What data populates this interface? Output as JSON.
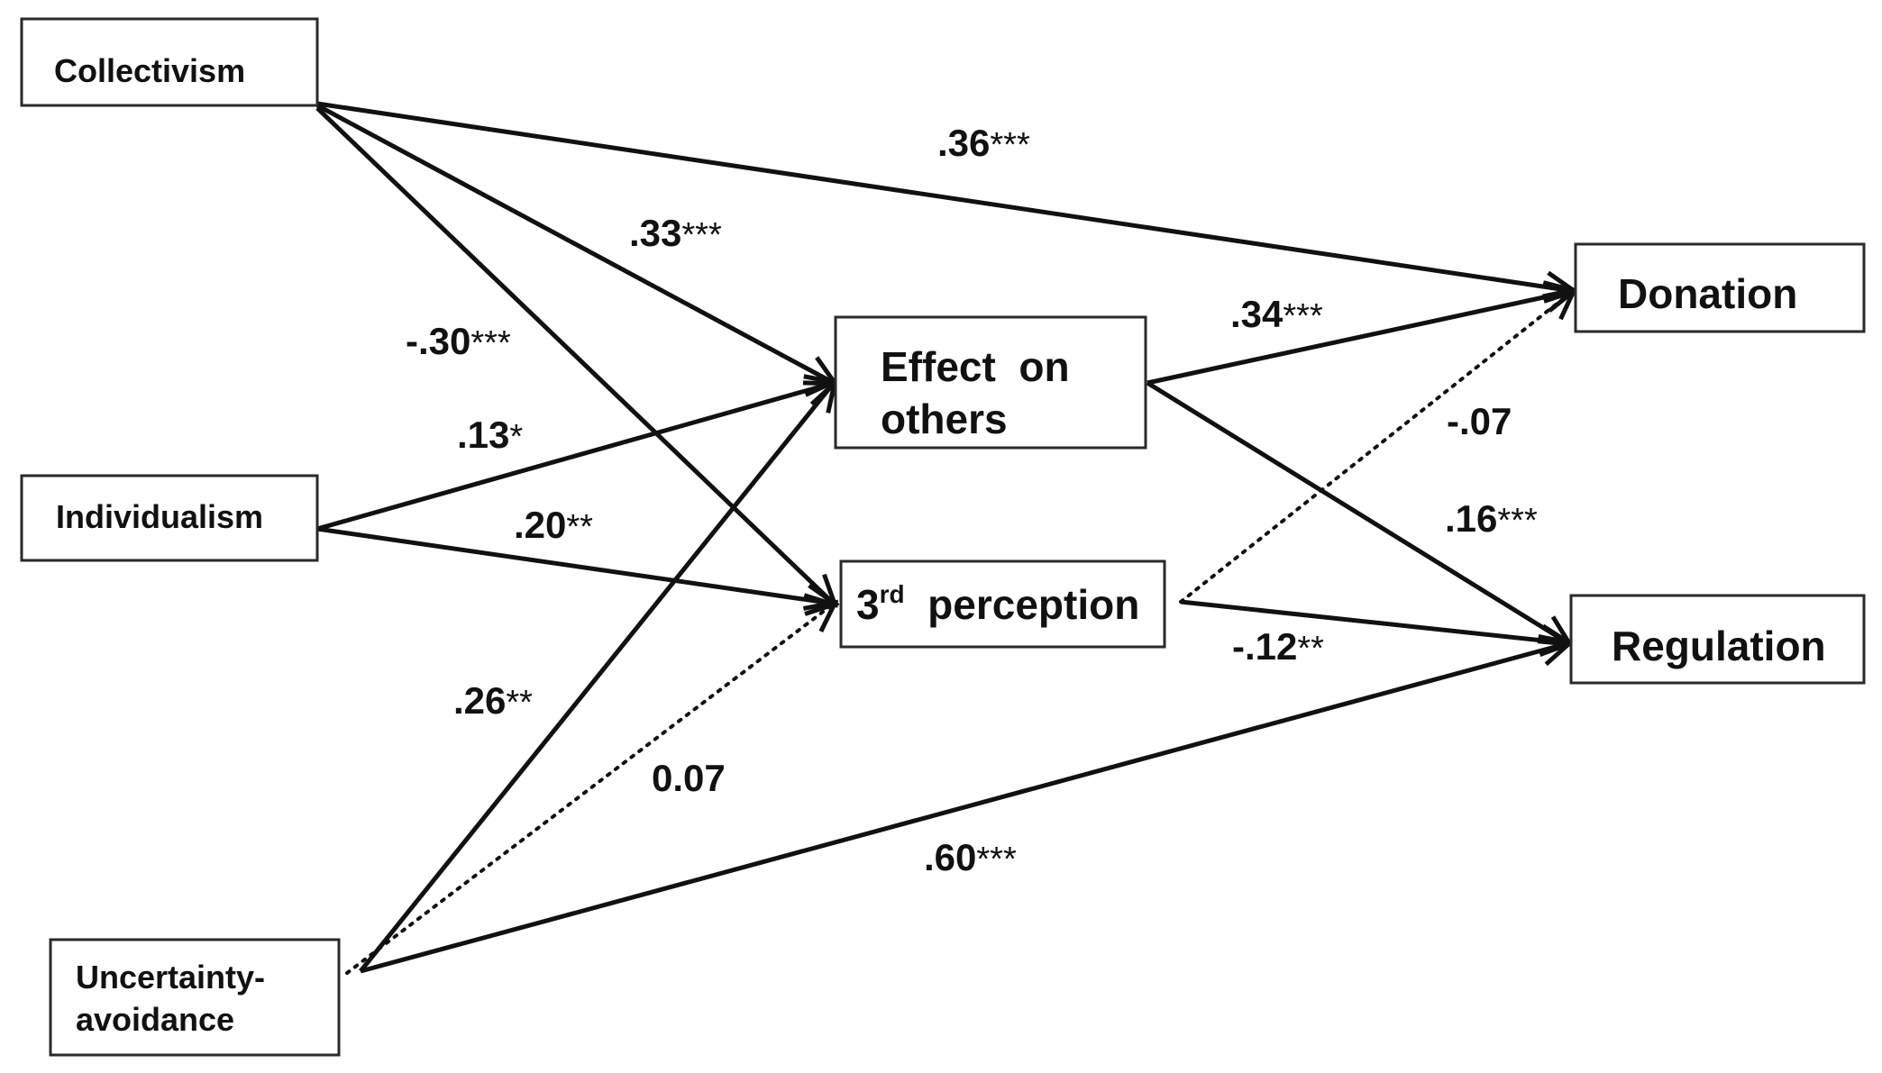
{
  "nodes": {
    "collectivism": "Collectivism",
    "individualism": "Individualism",
    "uncertainty_line1": "Uncertainty-",
    "uncertainty_line2": "avoidance",
    "effect_line1": "Effect  on",
    "effect_line2": "others",
    "third_base": "3",
    "third_sup": "rd",
    "third_rest": "  perception",
    "donation": "Donation",
    "regulation": "Regulation"
  },
  "paths": [
    {
      "from": "Collectivism",
      "to": "Donation",
      "value": ".36",
      "stars": "***",
      "style": "solid"
    },
    {
      "from": "Collectivism",
      "to": "Effect on others",
      "value": ".33",
      "stars": "***",
      "style": "solid"
    },
    {
      "from": "Collectivism",
      "to": "3rd perception",
      "value": "-.30",
      "stars": "***",
      "style": "solid"
    },
    {
      "from": "Individualism",
      "to": "Effect on others",
      "value": ".13",
      "stars": "*",
      "style": "solid"
    },
    {
      "from": "Individualism",
      "to": "3rd perception",
      "value": ".20",
      "stars": "**",
      "style": "solid"
    },
    {
      "from": "Uncertainty-avoidance",
      "to": "Effect on others",
      "value": ".26",
      "stars": "**",
      "style": "solid"
    },
    {
      "from": "Uncertainty-avoidance",
      "to": "3rd perception",
      "value": "0.07",
      "stars": "",
      "style": "dotted"
    },
    {
      "from": "Uncertainty-avoidance",
      "to": "Regulation",
      "value": ".60",
      "stars": "***",
      "style": "solid"
    },
    {
      "from": "Effect on others",
      "to": "Donation",
      "value": ".34",
      "stars": "***",
      "style": "solid"
    },
    {
      "from": "Effect on others",
      "to": "Regulation",
      "value": ".16",
      "stars": "***",
      "style": "solid"
    },
    {
      "from": "3rd perception",
      "to": "Donation",
      "value": "-.07",
      "stars": "",
      "style": "dotted"
    },
    {
      "from": "3rd perception",
      "to": "Regulation",
      "value": "-.12",
      "stars": "**",
      "style": "solid"
    }
  ]
}
